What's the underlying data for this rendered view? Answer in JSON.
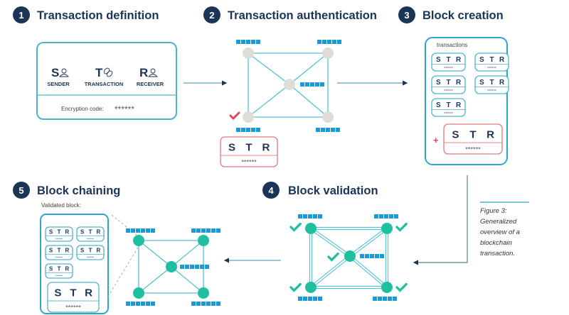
{
  "steps": [
    {
      "number": "1",
      "title": "Transaction definition"
    },
    {
      "number": "2",
      "title": "Transaction authentication"
    },
    {
      "number": "3",
      "title": "Block creation"
    },
    {
      "number": "4",
      "title": "Block validation"
    },
    {
      "number": "5",
      "title": "Block chaining"
    }
  ],
  "transaction": {
    "sender_letter": "S",
    "sender_label": "SENDER",
    "transaction_letter": "T",
    "transaction_label": "TRANSACTION",
    "receiver_letter": "R",
    "receiver_label": "RECEIVER",
    "encryption_label": "Encryption code:",
    "encryption_value": "******"
  },
  "card": {
    "s": "S",
    "t": "T",
    "r": "R",
    "code": "******"
  },
  "block_creation": {
    "heading": "transactions",
    "plus": "+"
  },
  "block_chaining": {
    "heading": "Validated block:"
  },
  "caption": [
    "Figure 3:",
    "Generalized",
    "overview of a",
    "blockchain",
    "transaction."
  ],
  "colors": {
    "navy": "#1b3556",
    "outline": "#4fb3cf",
    "pending_node": "#e0dcd8",
    "validated_node": "#1fbfa0",
    "block_marker": "#1a9ad6",
    "new_transaction": "#e07a80",
    "check_red": "#e0474f",
    "check_teal": "#1fbfa0"
  },
  "icons": [
    "sender-person-icon",
    "transaction-link-icon",
    "receiver-person-icon",
    "check-icon",
    "arrow-right-icon",
    "arrow-left-icon"
  ]
}
